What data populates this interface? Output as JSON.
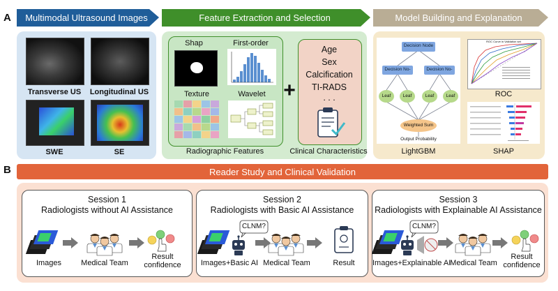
{
  "panel_a_label": "A",
  "panel_b_label": "B",
  "stages": [
    {
      "title": "Multimodal Ultrasound Images",
      "color": "#1f5d99"
    },
    {
      "title": "Feature Extraction and Selection",
      "color": "#3f8f2a"
    },
    {
      "title": "Model Building and Explanation",
      "color": "#b9ad95"
    }
  ],
  "ultrasound": {
    "transverse": "Transverse US",
    "longitudinal": "Longitudinal US",
    "swe": "SWE",
    "se": "SE"
  },
  "features": {
    "shape": "Shap",
    "first_order": "First-order",
    "texture": "Texture",
    "wavelet": "Wavelet",
    "radiographic": "Radiographic Features",
    "plus": "+"
  },
  "clinical": {
    "items": [
      "Age",
      "Sex",
      "Calcification",
      "TI-RADS",
      ". . ."
    ],
    "caption": "Clinical Characteristics"
  },
  "model": {
    "decision_node": "Decision Node",
    "decision_left": "Decision No-",
    "decision_right": "Decision No-",
    "leaf": "Leaf",
    "weighted_sum": "Weighted Sum",
    "output": "Output Probability",
    "lightgbm": "LightGBM",
    "roc": "ROC",
    "shap": "SHAP",
    "roc_title": "ROC Curve in Validation set"
  },
  "reader_banner": "Reader Study and Clinical Validation",
  "sessions": [
    {
      "title": "Session 1",
      "subtitle": "Radiologists without AI Assistance",
      "input": "Images",
      "team": "Medical Team",
      "result": "Result\nconfidence"
    },
    {
      "title": "Session 2",
      "subtitle": "Radiologists with Basic AI Assistance",
      "input": "Images+Basic AI",
      "team": "Medical Team",
      "result": "Result",
      "bubble": "CLNM?"
    },
    {
      "title": "Session 3",
      "subtitle": "Radiologists with Explainable AI Assistance",
      "input": "Images+Explainable AI",
      "team": "Medical Team",
      "result": "Result\nconfidence",
      "bubble": "CLNM?"
    }
  ]
}
